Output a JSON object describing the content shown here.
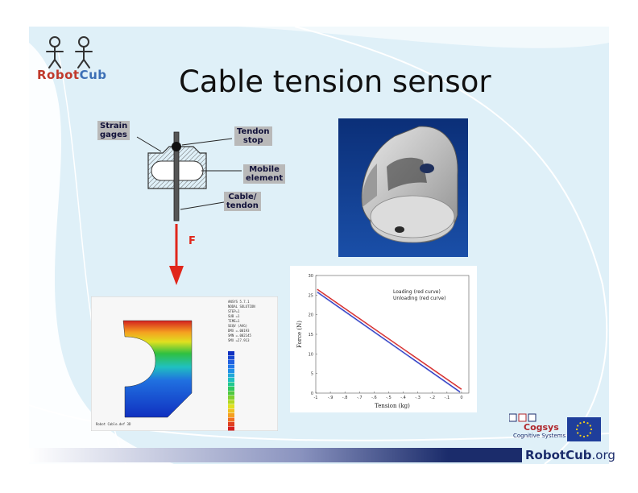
{
  "slide": {
    "title": "Cable tension sensor",
    "logo": {
      "text_robot": "Robot",
      "text_cub": "Cub"
    },
    "footer": {
      "org_name": "RobotCub",
      "org_suffix": ".org"
    },
    "cogsys": {
      "name": "Cogsys",
      "subtitle": "Cognitive Systems"
    }
  },
  "diagram": {
    "labels": {
      "strain_gages": "Strain\ngages",
      "tendon_stop": "Tendon\nstop",
      "mobile_element": "Mobile\nelement",
      "cable_tendon": "Cable/\ntendon"
    },
    "force_label": "F",
    "colors": {
      "arrow": "#e0261b",
      "label_bg": "#b9b9b9"
    }
  },
  "fem": {
    "footer_text": "Robot Cable.def 3D",
    "legend_levels": 18
  },
  "chart_data": {
    "type": "line",
    "xlabel": "Tension (kg)",
    "ylabel": "Force (N)",
    "xlim": [
      -1,
      0.05
    ],
    "ylim": [
      0,
      30
    ],
    "xticks": [
      "-1",
      "-.9",
      "-.8",
      "-.7",
      "-.6",
      "-.5",
      "-.4",
      "-.3",
      "-.2",
      "-.1",
      "0"
    ],
    "yticks": [
      "0",
      "5",
      "10",
      "15",
      "20",
      "25",
      "30"
    ],
    "series": [
      {
        "name": "Loading (red curve)",
        "color": "#d42020",
        "x": [
          -0.99,
          0.0
        ],
        "y": [
          26.5,
          1.0
        ]
      },
      {
        "name": "Unloading (red curve)",
        "color": "#2030c0",
        "x": [
          -0.99,
          -0.01
        ],
        "y": [
          25.8,
          0.3
        ]
      }
    ]
  }
}
